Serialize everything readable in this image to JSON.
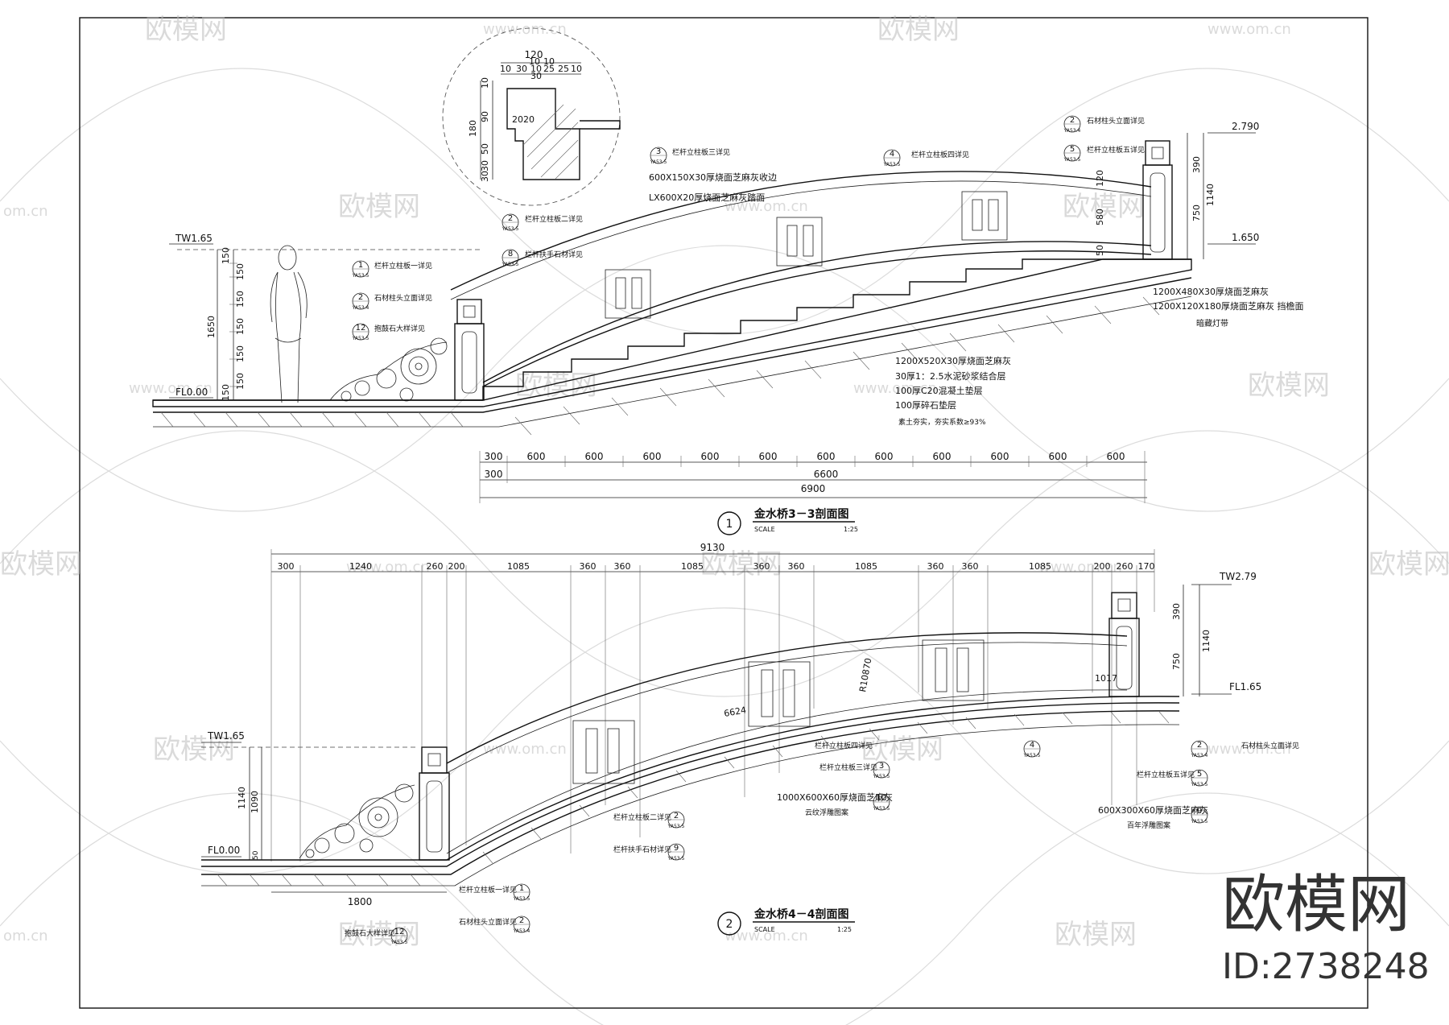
{
  "watermark": {
    "brand": "欧模网",
    "url": "www.om.cn",
    "url_short": "om.cn",
    "id_label": "ID:2738248"
  },
  "detail_inset": {
    "top_dims": [
      "120",
      "10",
      "30",
      "10",
      "10",
      "10",
      "30",
      "25",
      "25",
      "10"
    ],
    "side_dims": [
      "10",
      "90",
      "180",
      "50",
      "30",
      "30"
    ],
    "inner_label": "2020"
  },
  "section1": {
    "title": "金水桥3－3剖面图",
    "number": "1",
    "scale_label": "SCALE",
    "scale_value": "1:25",
    "levels": {
      "left_top": "TW1.65",
      "left_floor": "FL0.00",
      "right_top": "2.790",
      "right_mid": "1.650"
    },
    "left_heights": [
      "150",
      "150",
      "150",
      "150",
      "150",
      "150",
      "150"
    ],
    "left_total": "1650",
    "right_dims": [
      "390",
      "1140",
      "120",
      "580",
      "750",
      "50"
    ],
    "callouts": [
      {
        "num": "1",
        "ref": "YA53.5",
        "text": "栏杆立柱板一详见"
      },
      {
        "num": "2",
        "ref": "YA53.4",
        "text": "石材柱头立面详见"
      },
      {
        "num": "12",
        "ref": "YA53.5",
        "text": "抱鼓石大样详见"
      },
      {
        "num": "2",
        "ref": "YA53.5",
        "text": "栏杆立柱板二详见"
      },
      {
        "num": "8",
        "ref": "YA53.5",
        "text": "栏杆扶手石材详见"
      },
      {
        "num": "3",
        "ref": "YA53.5",
        "text": "栏杆立柱板三详见"
      },
      {
        "num": "4",
        "ref": "YA53.5",
        "text": "栏杆立柱板四详见"
      },
      {
        "num": "2",
        "ref": "YA53.4",
        "text": "石材柱头立面详见"
      },
      {
        "num": "5",
        "ref": "YA53.5",
        "text": "栏杆立柱板五详见"
      }
    ],
    "notes_top": [
      "600X150X30厚烧面芝麻灰收边",
      "LX600X20厚烧面芝麻灰踏面"
    ],
    "notes_right": [
      "1200X480X30厚烧面芝麻灰",
      "1200X120X180厚烧面芝麻灰 挡檐面",
      "暗藏灯带"
    ],
    "notes_bottom": [
      "1200X520X30厚烧面芝麻灰",
      "30厚1：2.5水泥砂浆结合层",
      "100厚C20混凝土垫层",
      "100厚碎石垫层",
      "素土夯实，夯实系数≥93%"
    ],
    "bottom_dims": [
      "300",
      "600",
      "600",
      "600",
      "600",
      "600",
      "600",
      "600",
      "600",
      "600",
      "600",
      "600"
    ],
    "mid_dims": [
      "300",
      "6600"
    ],
    "total_dim": "6900"
  },
  "section2": {
    "title": "金水桥4－4剖面图",
    "number": "2",
    "scale_label": "SCALE",
    "scale_value": "1:25",
    "total_dim": "9130",
    "top_dims": [
      "300",
      "1240",
      "260",
      "200",
      "1085",
      "360",
      "360",
      "1085",
      "360",
      "360",
      "1085",
      "360",
      "360",
      "1085",
      "200",
      "260",
      "170"
    ],
    "levels": {
      "left_top": "TW1.65",
      "left_floor": "FL0.00",
      "right_top": "TW2.79",
      "right_floor": "FL1.65"
    },
    "left_dims": [
      "1140",
      "1090",
      "50"
    ],
    "right_dims": [
      "390",
      "1140",
      "750"
    ],
    "radius": "R10870",
    "arc_dims": [
      "6624",
      "1017"
    ],
    "bottom_dim": "1800",
    "callouts": [
      {
        "num": "4",
        "ref": "YA53.5",
        "text": "栏杆立柱板四详见"
      },
      {
        "num": "3",
        "ref": "YA53.5",
        "text": "栏杆立柱板三详见"
      },
      {
        "num": "12",
        "ref": "YA53.5",
        "text": "1000X600X60厚烧面芝麻灰"
      },
      {
        "num": "2",
        "ref": "YA53.4",
        "text": "石材柱头立面详见"
      },
      {
        "num": "5",
        "ref": "YA53.5",
        "text": "栏杆立柱板五详见"
      },
      {
        "num": "9",
        "ref": "YA53.5",
        "text": "600X300X60厚烧面芝麻灰"
      },
      {
        "num": "2",
        "ref": "YA53.5",
        "text": "栏杆立柱板二详见"
      },
      {
        "num": "9",
        "ref": "YA53.5",
        "text": "栏杆扶手石材详见"
      },
      {
        "num": "1",
        "ref": "YA53.5",
        "text": "栏杆立柱板一详见"
      },
      {
        "num": "2",
        "ref": "YA53.4",
        "text": "石材柱头立面详见"
      },
      {
        "num": "12",
        "ref": "YA53.5",
        "text": "抱鼓石大样详见"
      }
    ],
    "sub_notes": [
      "云纹浮雕图案",
      "百年浮雕图案"
    ]
  }
}
